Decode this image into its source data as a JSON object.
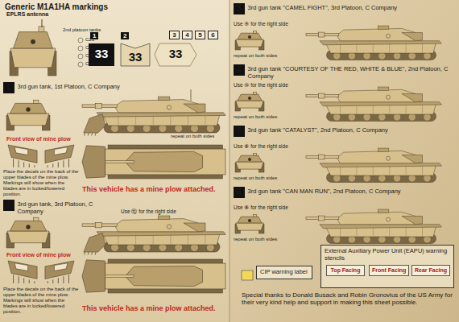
{
  "diagram": {
    "title": "Generic M1A1HA markings",
    "nodes": [
      {
        "text": [
          "1",
          "3rd gun tank, 1st Platoon, C Company"
        ]
      },
      {
        "text": [
          "2",
          "3rd gun tank, 3rd Platoon, C Company"
        ]
      },
      {
        "text": [
          "3",
          "3rd gun tank \"CAMEL FIGHT\", 3rd Platoon, C Company"
        ]
      },
      {
        "text": [
          "4",
          "3rd gun tank \"COURTESY OF THE RED, WHITE & BLUE\", 2nd Platoon, C Company"
        ]
      },
      {
        "text": [
          "5",
          "3rd gun tank \"CATALYST\", 2nd Platoon, C Company"
        ]
      },
      {
        "text": [
          "6",
          "3rd gun tank \"CAN MAN RUN\", 2nd Platoon, C Company"
        ]
      },
      {
        "text": [
          "CIP warning label"
        ]
      },
      {
        "text": [
          "External Auxiliary Power Unit (EAPU) warning stencils"
        ]
      },
      {
        "text": [
          "Top Facing"
        ],
        "in": 7
      },
      {
        "text": [
          "Front Facing"
        ],
        "in": 7
      },
      {
        "text": [
          "Rear Facing"
        ],
        "in": 7
      },
      {
        "text": [
          "3"
        ]
      },
      {
        "text": [
          "4"
        ]
      },
      {
        "text": [
          "5"
        ]
      },
      {
        "text": [
          "6"
        ]
      }
    ],
    "labels": [
      "EPLRS antenna",
      "2nd platoon tanks",
      "C21",
      "C22",
      "C23",
      "C24",
      "1",
      "2",
      "33",
      "33",
      "33",
      "repeat on both sides",
      "Front view of mine plow",
      "Place the decals on the back of the upper blades of the mine plow. Markings will show when the blades are in locked/lowered position.",
      "This vehicle has a mine plow attached.",
      "Use ⑪ for the right side",
      "Front view of mine plow",
      "Place the decals on the back of the upper blades of the mine plow. Markings will show when the blades are in locked/lowered position.",
      "This vehicle has a mine plow attached.",
      "Use ⑨ for the right side",
      "repeat on both sides",
      "Use ⑩ for the right side",
      "repeat on both sides",
      "Use ⑧ for the right side",
      "repeat on both sides",
      "Use ⑧ for the right side",
      "repeat on both sides",
      "Special thanks to Donald Busack and Robin Gronovius of the US Army for their very kind help and support in making this sheet possible."
    ]
  }
}
